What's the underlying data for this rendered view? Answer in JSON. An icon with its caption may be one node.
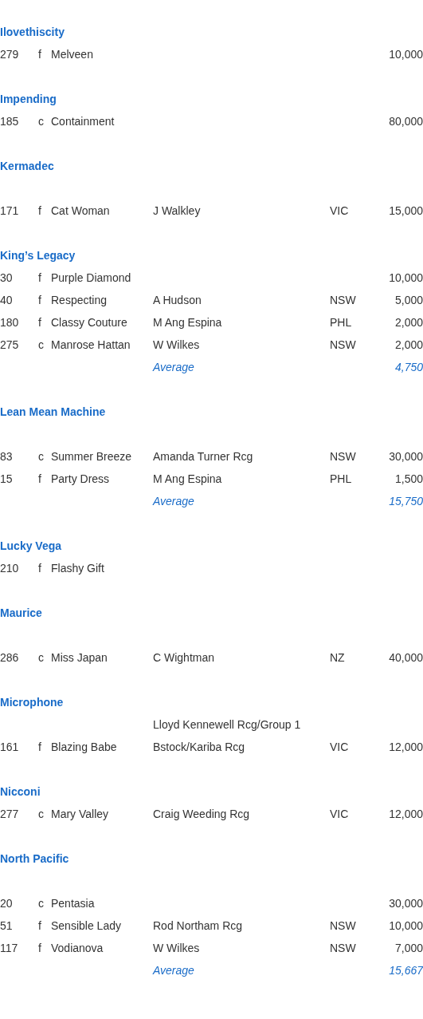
{
  "diagram": {
    "labels": [
      "Ilovethiscity",
      "279",
      "f",
      "Melveen",
      "10,000",
      "Impending",
      "185",
      "c",
      "Containment",
      "80,000",
      "Kermadec",
      "171",
      "f",
      "Cat Woman",
      "J Walkley",
      "VIC",
      "15,000",
      "King’s Legacy",
      "30",
      "f",
      "Purple Diamond",
      "10,000",
      "40",
      "f",
      "Respecting",
      "A Hudson",
      "NSW",
      "5,000",
      "180",
      "f",
      "Classy Couture",
      "M Ang Espina",
      "PHL",
      "2,000",
      "275",
      "c",
      "Manrose Hattan",
      "W Wilkes",
      "NSW",
      "2,000",
      "Average",
      "4,750",
      "Lean Mean Machine",
      "83",
      "c",
      "Summer Breeze",
      "Amanda Turner Rcg",
      "NSW",
      "30,000",
      "15",
      "f",
      "Party Dress",
      "M Ang Espina",
      "PHL",
      "1,500",
      "Average",
      "15,750",
      "Lucky Vega",
      "210",
      "f",
      "Flashy Gift",
      "Maurice",
      "286",
      "c",
      "Miss Japan",
      "C Wightman",
      "NZ",
      "40,000",
      "Microphone",
      "Lloyd Kennewell Rcg/Group 1",
      "161",
      "f",
      "Blazing Babe",
      "Bstock/Kariba Rcg",
      "VIC",
      "12,000",
      "Nicconi",
      "277",
      "c",
      "Mary Valley",
      "Craig Weeding Rcg",
      "VIC",
      "12,000",
      "North Pacific",
      "20",
      "c",
      "Pentasia",
      "30,000",
      "51",
      "f",
      "Sensible Lady",
      "Rod Northam Rcg",
      "NSW",
      "10,000",
      "117",
      "f",
      "Vodianova",
      "W Wilkes",
      "NSW",
      "7,000",
      "Average",
      "15,667"
    ]
  }
}
